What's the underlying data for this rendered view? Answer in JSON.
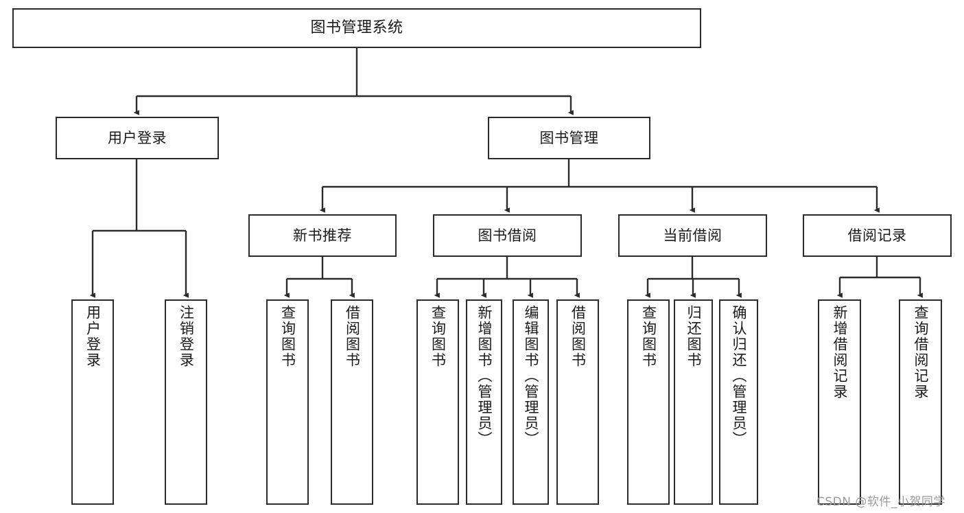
{
  "diagram": {
    "type": "tree",
    "title": "图书管理系统",
    "watermark": "CSDN @软件_小贺同学",
    "colors": {
      "stroke": "#2b2b2b",
      "fill": "#ffffff",
      "text": "#1a1a1a",
      "watermark": "#9a9a9a"
    },
    "nodes": {
      "root": {
        "label": "图书管理系统"
      },
      "level1": [
        {
          "id": "user-login",
          "label": "用户登录"
        },
        {
          "id": "book-manage",
          "label": "图书管理"
        }
      ],
      "level2": [
        {
          "id": "new-book-recommend",
          "label": "新书推荐",
          "parent": "book-manage"
        },
        {
          "id": "book-borrow",
          "label": "图书借阅",
          "parent": "book-manage"
        },
        {
          "id": "current-borrow",
          "label": "当前借阅",
          "parent": "book-manage"
        },
        {
          "id": "borrow-record",
          "label": "借阅记录",
          "parent": "book-manage"
        }
      ],
      "leaves": [
        {
          "id": "leaf-user-login",
          "label": "用户登录",
          "parent": "user-login"
        },
        {
          "id": "leaf-user-logout",
          "label": "注销登录",
          "parent": "user-login"
        },
        {
          "id": "leaf-query-book-1",
          "label": "查询图书",
          "parent": "new-book-recommend"
        },
        {
          "id": "leaf-borrow-book-1",
          "label": "借阅图书",
          "parent": "new-book-recommend"
        },
        {
          "id": "leaf-query-book-2",
          "label": "查询图书",
          "parent": "book-borrow"
        },
        {
          "id": "leaf-add-book",
          "label": "新增图书（管理员）",
          "parent": "book-borrow"
        },
        {
          "id": "leaf-edit-book",
          "label": "编辑图书（管理员）",
          "parent": "book-borrow"
        },
        {
          "id": "leaf-borrow-book-2",
          "label": "借阅图书",
          "parent": "book-borrow"
        },
        {
          "id": "leaf-query-book-3",
          "label": "查询图书",
          "parent": "current-borrow"
        },
        {
          "id": "leaf-return-book",
          "label": "归还图书",
          "parent": "current-borrow"
        },
        {
          "id": "leaf-confirm-return",
          "label": "确认归还（管理员）",
          "parent": "current-borrow"
        },
        {
          "id": "leaf-add-record",
          "label": "新增借阅记录",
          "parent": "borrow-record"
        },
        {
          "id": "leaf-query-record",
          "label": "查询借阅记录",
          "parent": "borrow-record"
        }
      ]
    }
  }
}
